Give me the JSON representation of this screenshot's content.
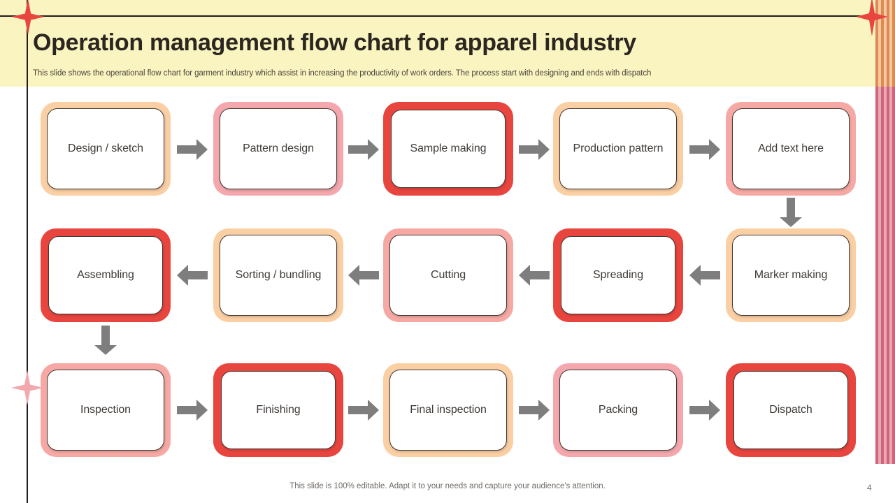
{
  "slide": {
    "title": "Operation management flow chart for apparel industry",
    "subtitle": "This slide shows the operational flow chart for garment industry which assist in increasing the productivity of work orders. The process start with designing and ends with dispatch",
    "footer_note": "This slide is 100% editable. Adapt it to your needs and capture your audience's attention.",
    "page_number": "4"
  },
  "colors": {
    "header_background": "#faf4c0",
    "rule": "#201c18",
    "peach": "#fbcfa4",
    "pink": "#f4a8ae",
    "rose": "#f6a9a4",
    "red": "#e8453f",
    "arrow_gray": "#7e7e7e",
    "star_red": "#e8453f",
    "star_pink": "#f2a8ae",
    "stripe_orange": "#e08a52",
    "stripe_orange_pale": "#f3c9a3",
    "stripe_rose": "#d1647a",
    "stripe_rose_pale": "#eaa7b6",
    "text": "#3f3b37"
  },
  "flow": {
    "row1": [
      {
        "label": "Design / sketch",
        "tone": "peach"
      },
      {
        "label": "Pattern design",
        "tone": "pink"
      },
      {
        "label": "Sample making",
        "tone": "red"
      },
      {
        "label": "Production pattern",
        "tone": "peach"
      },
      {
        "label": "Add text here",
        "tone": "rose"
      }
    ],
    "row2": [
      {
        "label": "Assembling",
        "tone": "red"
      },
      {
        "label": "Sorting / bundling",
        "tone": "peach"
      },
      {
        "label": "Cutting",
        "tone": "rose"
      },
      {
        "label": "Spreading",
        "tone": "red"
      },
      {
        "label": "Marker making",
        "tone": "peach"
      }
    ],
    "row3": [
      {
        "label": "Inspection",
        "tone": "rose"
      },
      {
        "label": "Finishing",
        "tone": "red"
      },
      {
        "label": "Final inspection",
        "tone": "peach"
      },
      {
        "label": "Packing",
        "tone": "pink"
      },
      {
        "label": "Dispatch",
        "tone": "red"
      }
    ],
    "connectors": {
      "row1_directions": [
        "right",
        "right",
        "right",
        "right"
      ],
      "row2_directions": [
        "left",
        "left",
        "left",
        "left"
      ],
      "row3_directions": [
        "right",
        "right",
        "right",
        "right"
      ],
      "row1_to_row2": "down",
      "row2_to_row3": "down"
    }
  },
  "decorations": {
    "stars": [
      "star-top-left",
      "star-top-right",
      "star-mid-left"
    ],
    "stripes_label": "right-edge-stripes"
  }
}
